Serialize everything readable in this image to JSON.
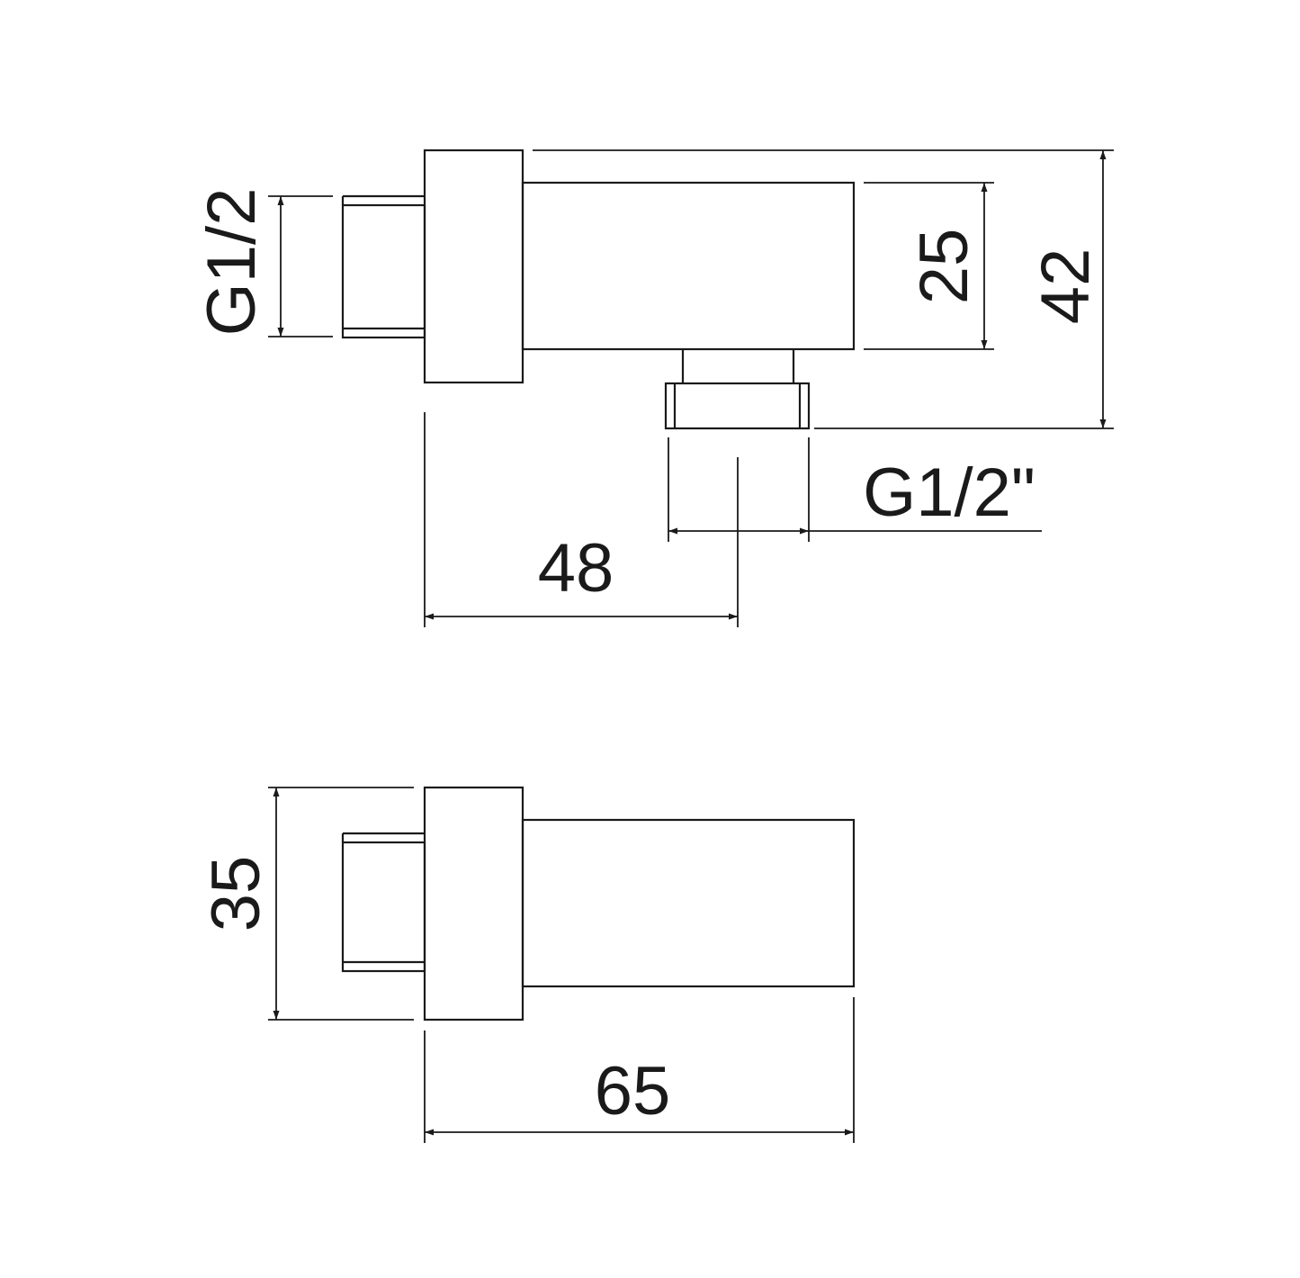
{
  "drawing": {
    "top_view": {
      "dim_inlet_thread": "G1/2",
      "dim_body": "25",
      "dim_overall_height": "42",
      "dim_outlet_thread": "G1/2\"",
      "dim_outlet_offset": "48"
    },
    "side_view": {
      "dim_flange": "35",
      "dim_length": "65"
    },
    "colors": {
      "line": "#1a1a1a",
      "background": "#ffffff"
    }
  }
}
